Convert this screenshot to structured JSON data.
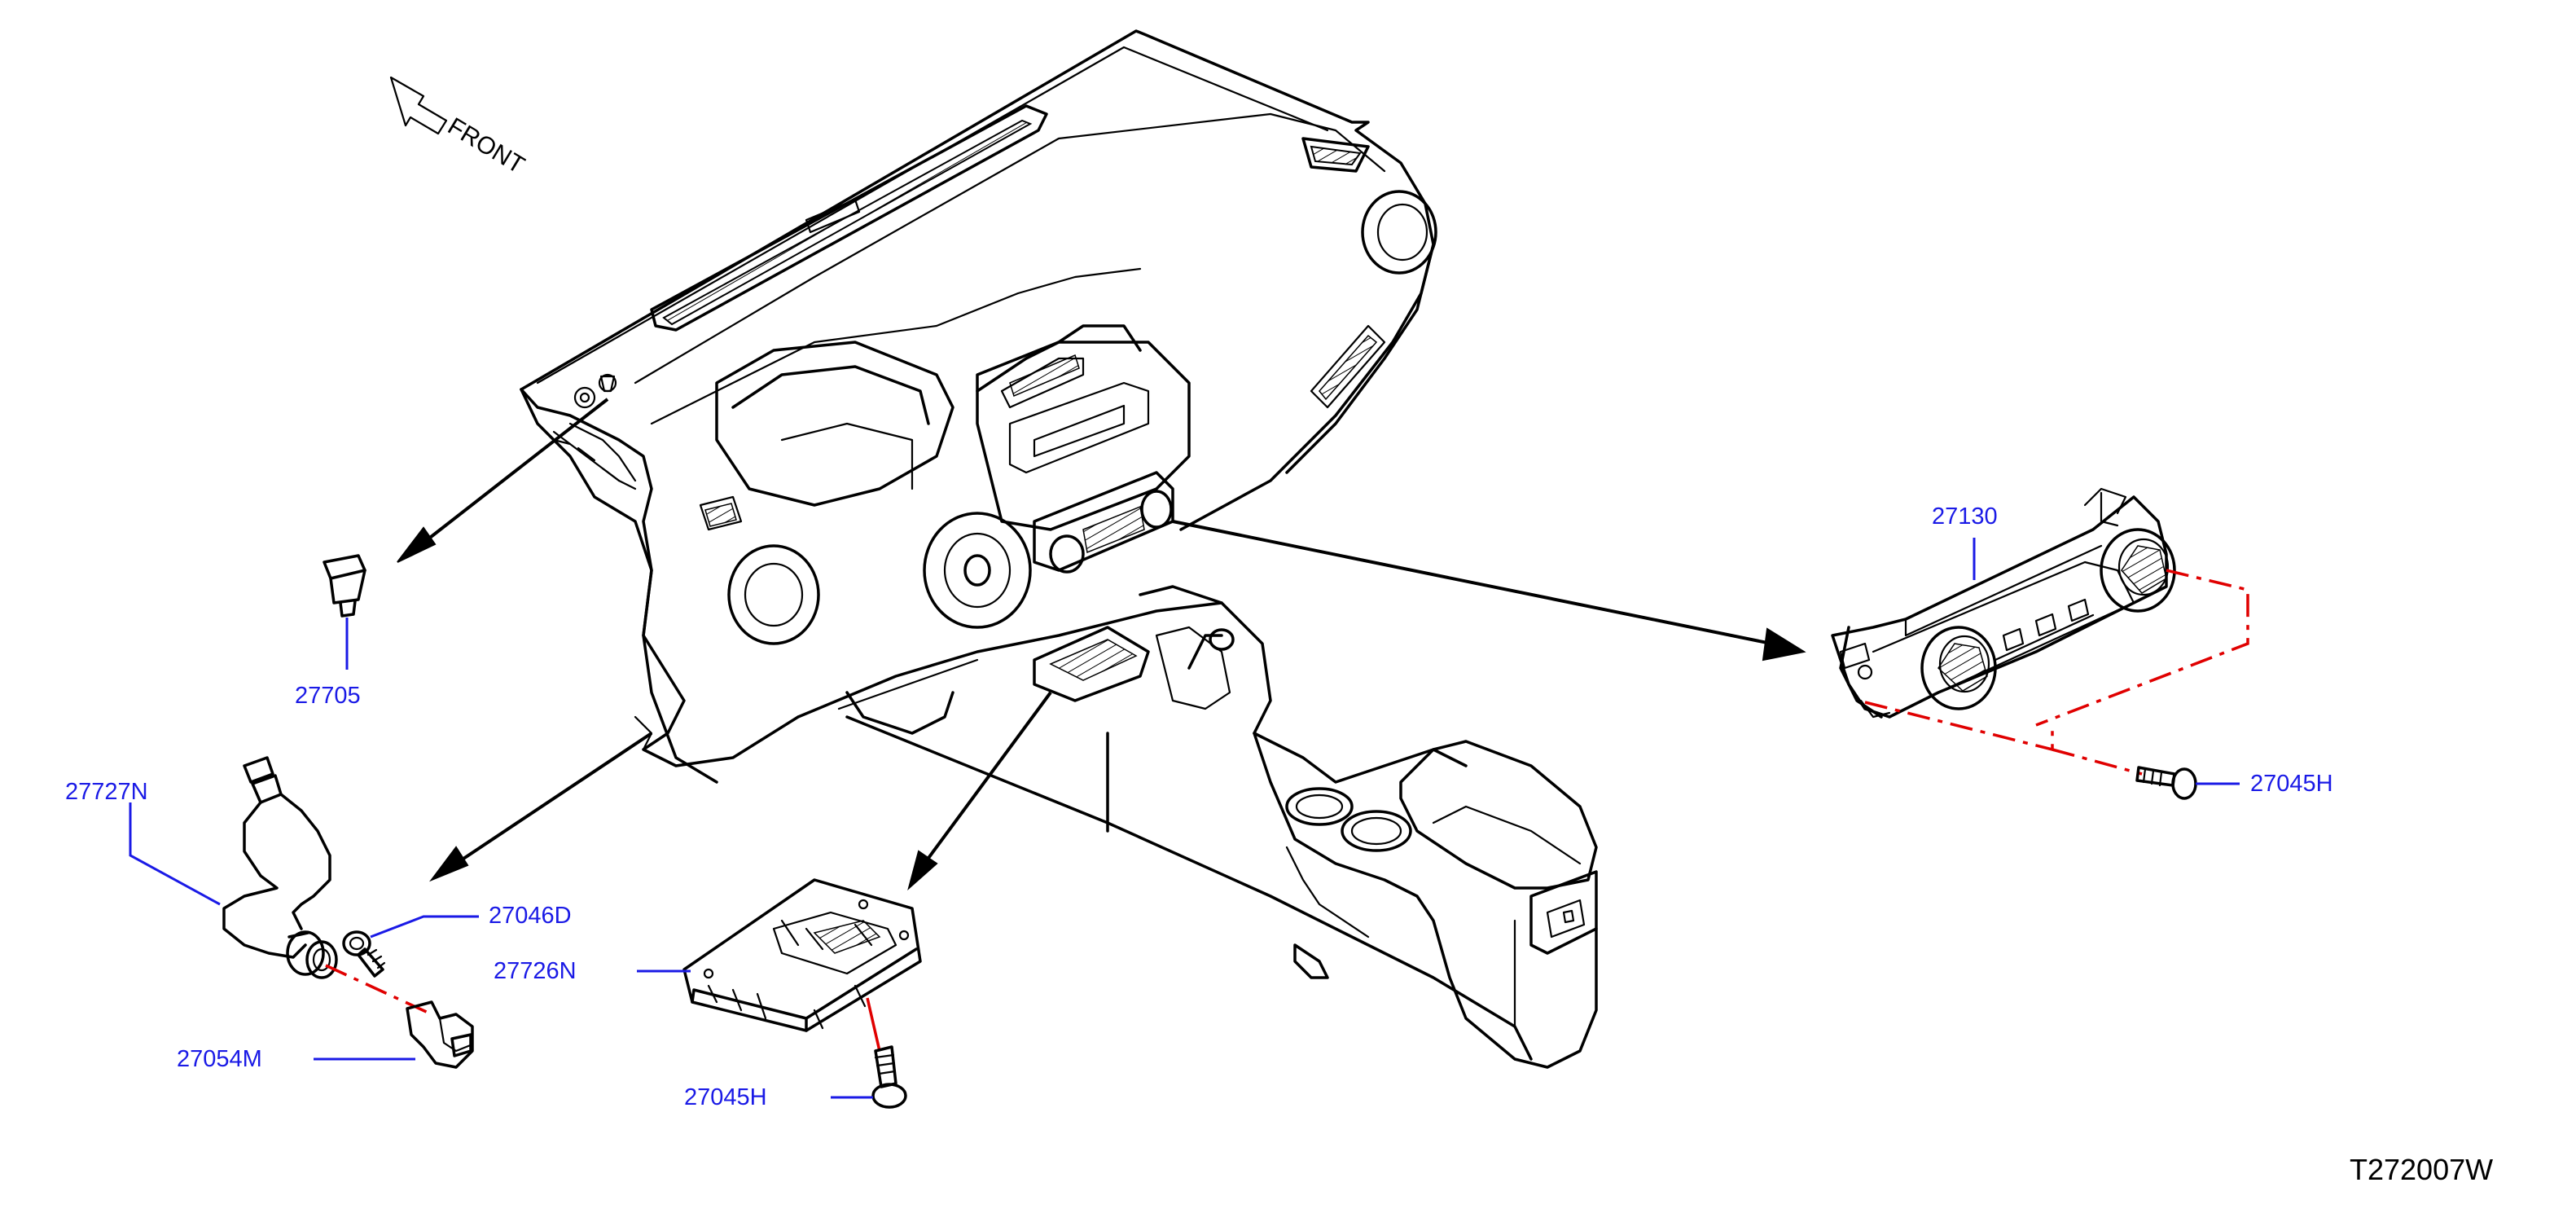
{
  "diagram": {
    "orientation_label": "FRONT",
    "figure_code": "T272007W",
    "accent_color": "#1a1ae6",
    "reference_line_color": "#e00000",
    "callouts": {
      "p27705": "27705",
      "p27727N": "27727N",
      "p27046D": "27046D",
      "p27726N": "27726N",
      "p27054M": "27054M",
      "p27045H_bottom": "27045H",
      "p27130": "27130",
      "p27045H_right": "27045H"
    }
  }
}
